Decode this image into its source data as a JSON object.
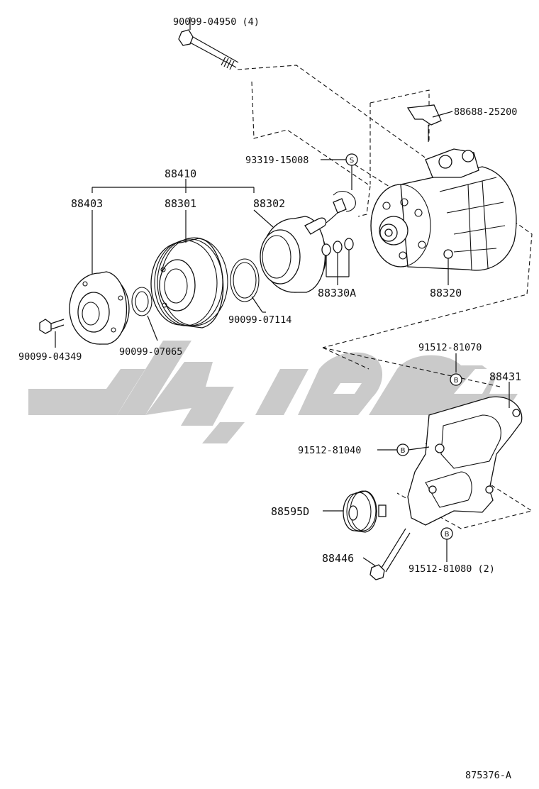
{
  "diagram_id": "875376-A",
  "labels": {
    "bolt_top": "90099-04950 (4)",
    "bracket_top": "88688-25200",
    "stud": "93319-15008",
    "clutch_assy": "88410",
    "pressure_plate": "88403",
    "pulley": "88301",
    "stator": "88302",
    "compressor": "88320",
    "oring_kit": "88330A",
    "snap_ring": "90099-07114",
    "shim": "90099-07065",
    "center_bolt": "90099-04349",
    "mount_bolt_1": "91512-81070",
    "bracket": "88431",
    "mount_bolt_2": "91512-81040",
    "idler_pulley": "88595D",
    "idler_bolt": "88446",
    "mount_bolt_3": "91512-81080 (2)"
  },
  "symbols": {
    "s": "S",
    "b": "B"
  },
  "watermark_color": "#c8c8c8"
}
